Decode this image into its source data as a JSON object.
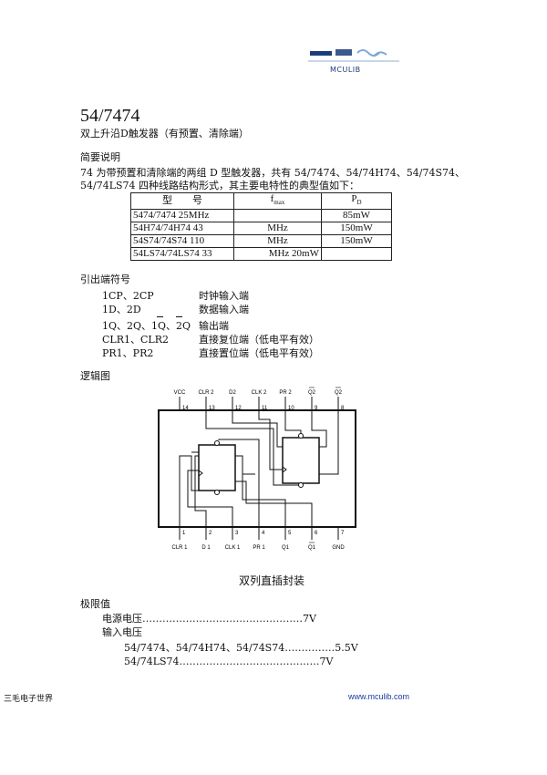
{
  "header": {
    "logo_text": "MCULIB"
  },
  "doc": {
    "title": "54/7474",
    "subtitle": "双上升沿D触发器（有预置、清除端）"
  },
  "summary": {
    "heading": "简要说明",
    "line1": "74 为带预置和清除端的两组 D 型触发器，共有 54/7474、54/74H74、54/74S74、",
    "line2": "54/74LS74 四种线路结构形式，其主要电特性的典型值如下："
  },
  "spec_table": {
    "headers": [
      "型　　号",
      "f",
      "P"
    ],
    "header_subs": [
      "",
      "max",
      "D"
    ],
    "rows": [
      [
        "5474/7474 25MHz",
        "",
        "85mW"
      ],
      [
        "54H74/74H74 43",
        "MHz",
        "150mW"
      ],
      [
        "54S74/74S74 110",
        "MHz",
        "150mW"
      ],
      [
        "54LS74/74LS74 33",
        "MHz 20mW",
        ""
      ]
    ]
  },
  "pins": {
    "heading": "引出端符号",
    "items": [
      {
        "symbol": "1CP、2CP",
        "desc": "时钟输入端"
      },
      {
        "symbol": "1D、2D",
        "desc": "数据输入端"
      },
      {
        "symbol": "1Q、2Q、1Q、2Q",
        "desc": "输出端"
      },
      {
        "symbol": "CLR1、CLR2",
        "desc": "直接复位端（低电平有效）"
      },
      {
        "symbol": "PR1、PR2",
        "desc": "直接置位端（低电平有效）"
      }
    ]
  },
  "logic": {
    "heading": "逻辑图",
    "top_labels": [
      "VCC",
      "CLR 2",
      "D2",
      "CLK 2",
      "PR 2",
      "Q2",
      "Q2"
    ],
    "top_pins": [
      "14",
      "13",
      "12",
      "11",
      "10",
      "9",
      "8"
    ],
    "bottom_labels": [
      "CLR 1",
      "D 1",
      "CLK 1",
      "PR 1",
      "Q1",
      "Q1",
      "GND"
    ],
    "bottom_pins": [
      "1",
      "2",
      "3",
      "4",
      "5",
      "6",
      "7"
    ],
    "caption": "双列直插封装"
  },
  "limits": {
    "heading": "极限值",
    "supply": "电源电压…………………………………………7V",
    "input_heading": "输入电压",
    "input1": "54/7474、54/74H74、54/74S74……………5.5V",
    "input2": "54/74LS74……………………………………7V"
  },
  "footer": {
    "left": "三毛电子世界",
    "url": "www.mculib.com"
  }
}
